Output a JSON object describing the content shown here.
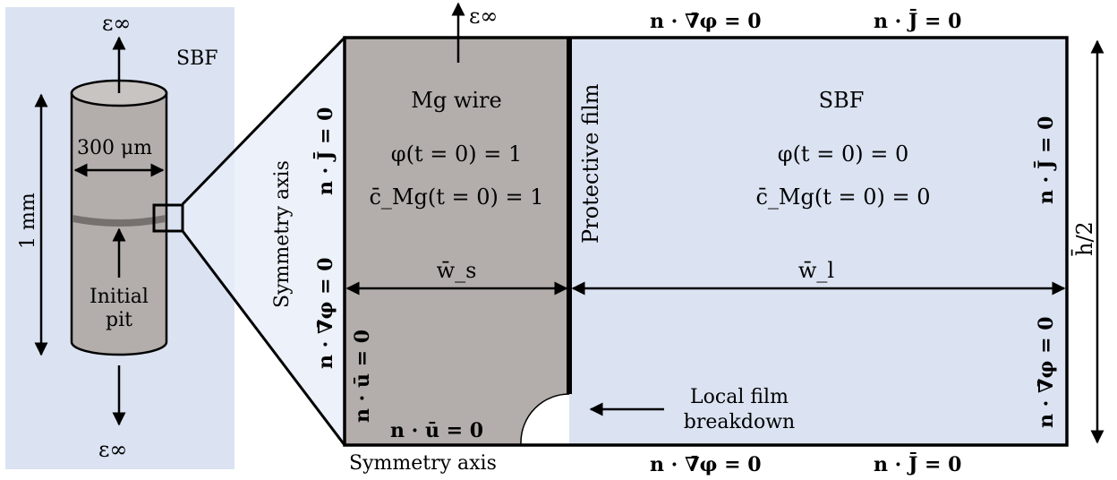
{
  "colors": {
    "sbf_fill": "#dbe3f2",
    "wire_fill": "#b3aeab",
    "pit_band": "#76706e",
    "ink": "#000000"
  },
  "left_panel": {
    "region_label": "SBF",
    "strain_top": "ε∞",
    "strain_bottom": "ε∞",
    "diameter": "300 μm",
    "length": "1 mm",
    "pit_label_line1": "Initial",
    "pit_label_line2": "pit"
  },
  "domain": {
    "strain_top": "ε∞",
    "wire": {
      "title": "Mg wire",
      "phi_init": "φ(t = 0) = 1",
      "c_init": "c̄_Mg(t = 0) = 1",
      "width": "w̄_s"
    },
    "fluid": {
      "title": "SBF",
      "phi_init": "φ(t = 0) = 0",
      "c_init": "c̄_Mg(t = 0) = 0",
      "width": "w̄_l"
    },
    "film_label": "Protective film",
    "breakdown_line1": "Local film",
    "breakdown_line2": "breakdown",
    "height": "h̄/2",
    "symmetry_axis_left": "Symmetry axis",
    "symmetry_axis_bottom": "Symmetry axis",
    "bc": {
      "top_phi": "n · ∇̄φ = 0",
      "top_J": "n · J̄ = 0",
      "bottom_phi": "n · ∇̄φ = 0",
      "bottom_J": "n · J̄ = 0",
      "left_J": "n · J̄ = 0",
      "left_phi": "n · ∇̄φ = 0",
      "left_u": "n · ū = 0",
      "bottom_u": "n · ū = 0",
      "right_J": "n · J̄ = 0",
      "right_phi": "n · ∇̄φ = 0"
    }
  }
}
